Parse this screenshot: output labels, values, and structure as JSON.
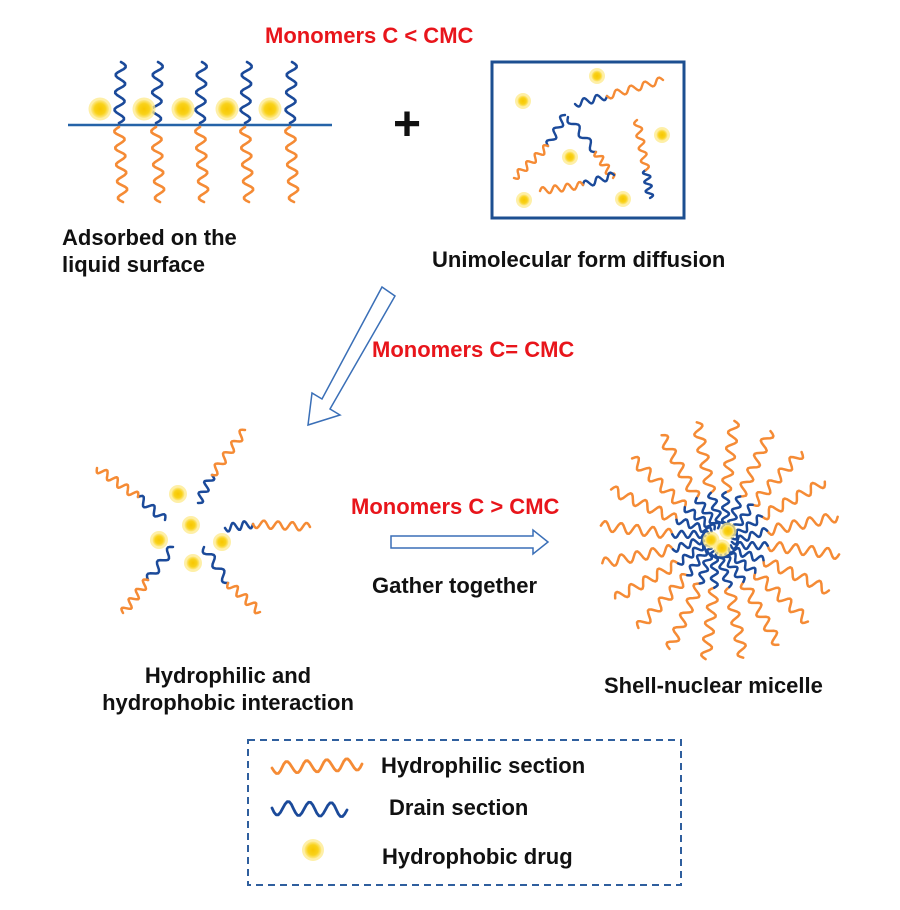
{
  "labels": {
    "stage1_condition": "Monomers C < CMC",
    "surface_line1": "Adsorbed on the",
    "surface_line2": "liquid surface",
    "plus": "+",
    "unimolecular": "Unimolecular form diffusion",
    "stage2_condition": "Monomers C= CMC",
    "stage3_condition": "Monomers C > CMC",
    "gather": "Gather together",
    "interaction_line1": "Hydrophilic and",
    "interaction_line2": "hydrophobic interaction",
    "micelle": "Shell-nuclear micelle"
  },
  "legend": [
    {
      "label": "Hydrophilic section",
      "symbol": "orange-wave"
    },
    {
      "label": "Drain section",
      "symbol": "blue-wave"
    },
    {
      "label": "Hydrophobic drug",
      "symbol": "yellow-dot"
    }
  ],
  "colors": {
    "hydrophilic": "#f58b35",
    "drain": "#1b4a9a",
    "drug_fill": "#f7c600",
    "drug_glow": "#fde98a",
    "condition_text": "#e8151b",
    "surface_line": "#2563a8",
    "box_border": "#1d4f91",
    "arrow": "#3a6fb7"
  }
}
